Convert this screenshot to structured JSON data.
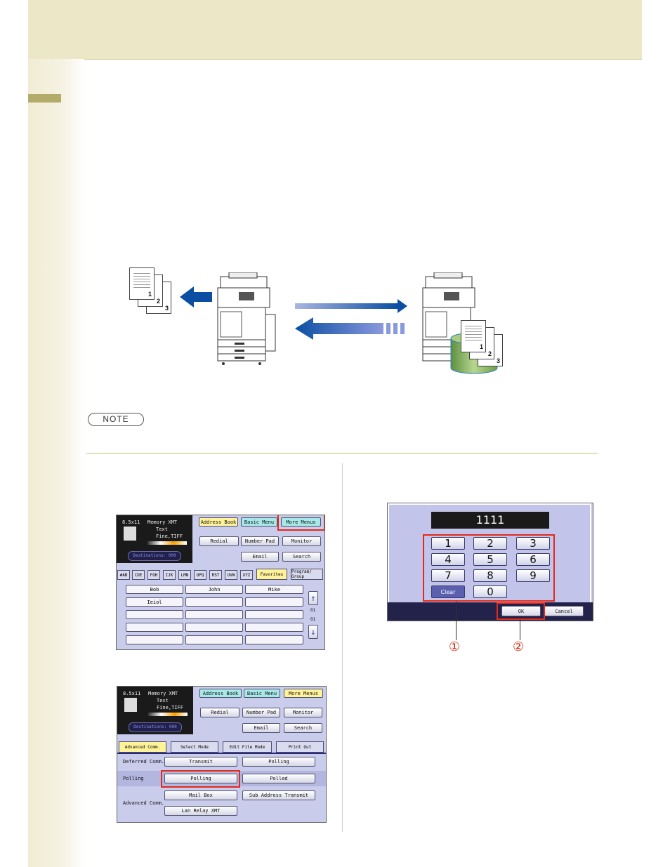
{
  "page": {
    "note_label": "NOTE"
  },
  "illustration": {
    "left_stack_numbers": [
      "1",
      "2",
      "3"
    ],
    "right_stack_numbers": [
      "1",
      "2",
      "3"
    ],
    "colors": {
      "arrow_blue": "#0b4ea2",
      "storage_green": "#8fbc63"
    }
  },
  "panel1": {
    "status": {
      "size": "8.5x11",
      "memory": "Memory XMT",
      "mode": "Text",
      "res": "Fine,TIFF",
      "destinations": "Destinations: 000"
    },
    "top_buttons": [
      "Address Book",
      "Basic Menu",
      "More Menus"
    ],
    "row2": [
      "Redial",
      "Number Pad",
      "Monitor"
    ],
    "row3": [
      "Email",
      "Search"
    ],
    "tabs": [
      "#AB",
      "CDE",
      "FGH",
      "IJK",
      "LMN",
      "OPQ",
      "RST",
      "UVW",
      "XYZ",
      "Favorites",
      "Program/ Group"
    ],
    "cells": [
      "Bob",
      "John",
      "Mike",
      "Ieiol"
    ],
    "page_indicator": [
      "01",
      "01"
    ]
  },
  "panel2": {
    "status": {
      "size": "8.5x11",
      "memory": "Memory XMT",
      "mode": "Text",
      "res": "Fine,TIFF",
      "destinations": "Destinations: 000"
    },
    "top_buttons": [
      "Address Book",
      "Basic Menu",
      "More Menus"
    ],
    "row2": [
      "Redial",
      "Number Pad",
      "Monitor"
    ],
    "row3": [
      "Email",
      "Search"
    ],
    "tabs": [
      "Advanced Comm.",
      "Select Mode",
      "Edit File Mode",
      "Print Out"
    ],
    "rows": [
      {
        "label": "Deferred Comm.",
        "buttons": [
          "Transmit",
          "Polling"
        ]
      },
      {
        "label": "Polling",
        "buttons": [
          "Polling",
          "Polled"
        ]
      },
      {
        "label": "Advanced Comm.",
        "buttons": [
          "Mail Box",
          "Sub Address Transmit",
          "Lan Relay XMT"
        ]
      }
    ]
  },
  "panel3": {
    "display": "1111",
    "keys": [
      "1",
      "2",
      "3",
      "4",
      "5",
      "6",
      "7",
      "8",
      "9",
      "Clear",
      "0"
    ],
    "ok": "OK",
    "cancel": "Cancel",
    "callouts": [
      "①",
      "②"
    ]
  }
}
